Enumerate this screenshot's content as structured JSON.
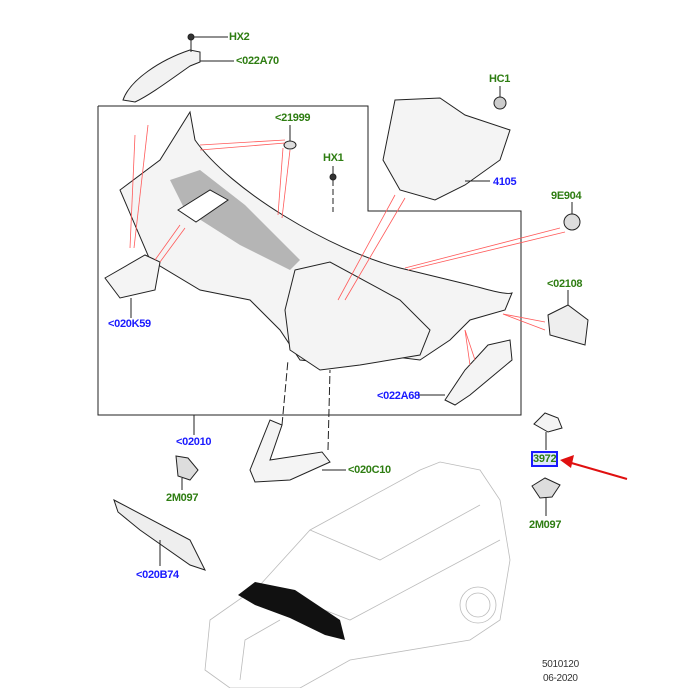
{
  "callouts": {
    "hx2": "HX2",
    "p022a70": "<022A70",
    "p21999": "<21999",
    "hx1": "HX1",
    "hc1": "HC1",
    "p4105": "4105",
    "p9e904": "9E904",
    "p02108": "<02108",
    "p020k59": "<020K59",
    "p022a68": "<022A68",
    "p02010": "<02010",
    "p020c10": "<020C10",
    "p2m097_left": "2M097",
    "p3972": "3972",
    "p2m097_right": "2M097",
    "p020b74": "<020B74"
  },
  "footer": {
    "diagram_number": "5010120",
    "date": "06-2020"
  },
  "colors": {
    "part_green": "#2e7d12",
    "part_blue": "#1a1aff",
    "leader_red": "#ff5a5a",
    "highlight_arrow": "#e01010"
  }
}
